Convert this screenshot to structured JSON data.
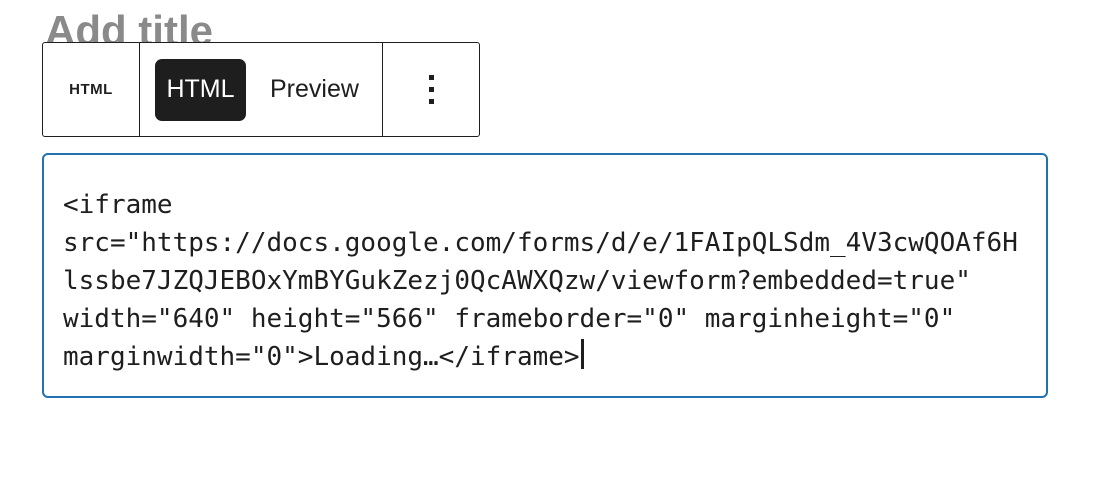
{
  "page": {
    "title_placeholder": "Add title"
  },
  "toolbar": {
    "block_type_label": "HTML",
    "modes": [
      {
        "label": "HTML",
        "active": true
      },
      {
        "label": "Preview",
        "active": false
      }
    ],
    "options_icon": "vertical-ellipsis-icon"
  },
  "code_editor": {
    "language": "html",
    "code": "<iframe src=\"https://docs.google.com/forms/d/e/1FAIpQLSdm_4V3cwQOAf6Hlssbe7JZQJEBOxYmBYGukZezj0QcAWXQzw/viewform?embedded=true\" width=\"640\" height=\"566\" frameborder=\"0\" marginheight=\"0\" marginwidth=\"0\">Loading…</iframe>",
    "lines": [
      "<iframe",
      "src=\"https://docs.google.com/forms/d/e/1FAIpQLSdm_4V3cwQOAf6H",
      "lssbe7JZQJEBOxYmBYGukZezj0QcAWXQzw/viewform?embedded=true\"",
      "width=\"640\" height=\"566\" frameborder=\"0\" marginheight=\"0\"",
      "marginwidth=\"0\">Loading…</iframe>"
    ],
    "cursor_visible": true
  },
  "colors": {
    "accent_blue": "#2271b1",
    "text_dark": "#1e1e1e",
    "placeholder_gray": "#8a8a8a",
    "active_mode_bg": "#1e1e1e",
    "active_mode_text": "#ffffff"
  }
}
